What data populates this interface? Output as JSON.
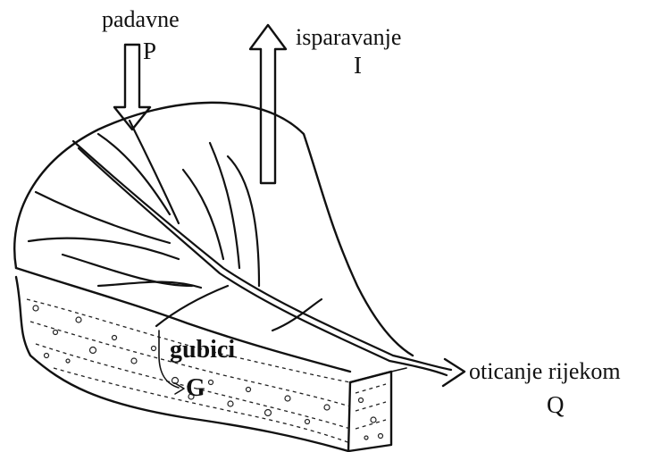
{
  "labels": {
    "precipitation": "padavne",
    "precipitation_symbol": "P",
    "evaporation": "isparavanje",
    "evaporation_symbol": "I",
    "losses": "gubici",
    "losses_symbol": "G",
    "runoff": "oticanje rijekom",
    "runoff_symbol": "Q"
  },
  "colors": {
    "ink": "#111111",
    "background": "#ffffff"
  }
}
